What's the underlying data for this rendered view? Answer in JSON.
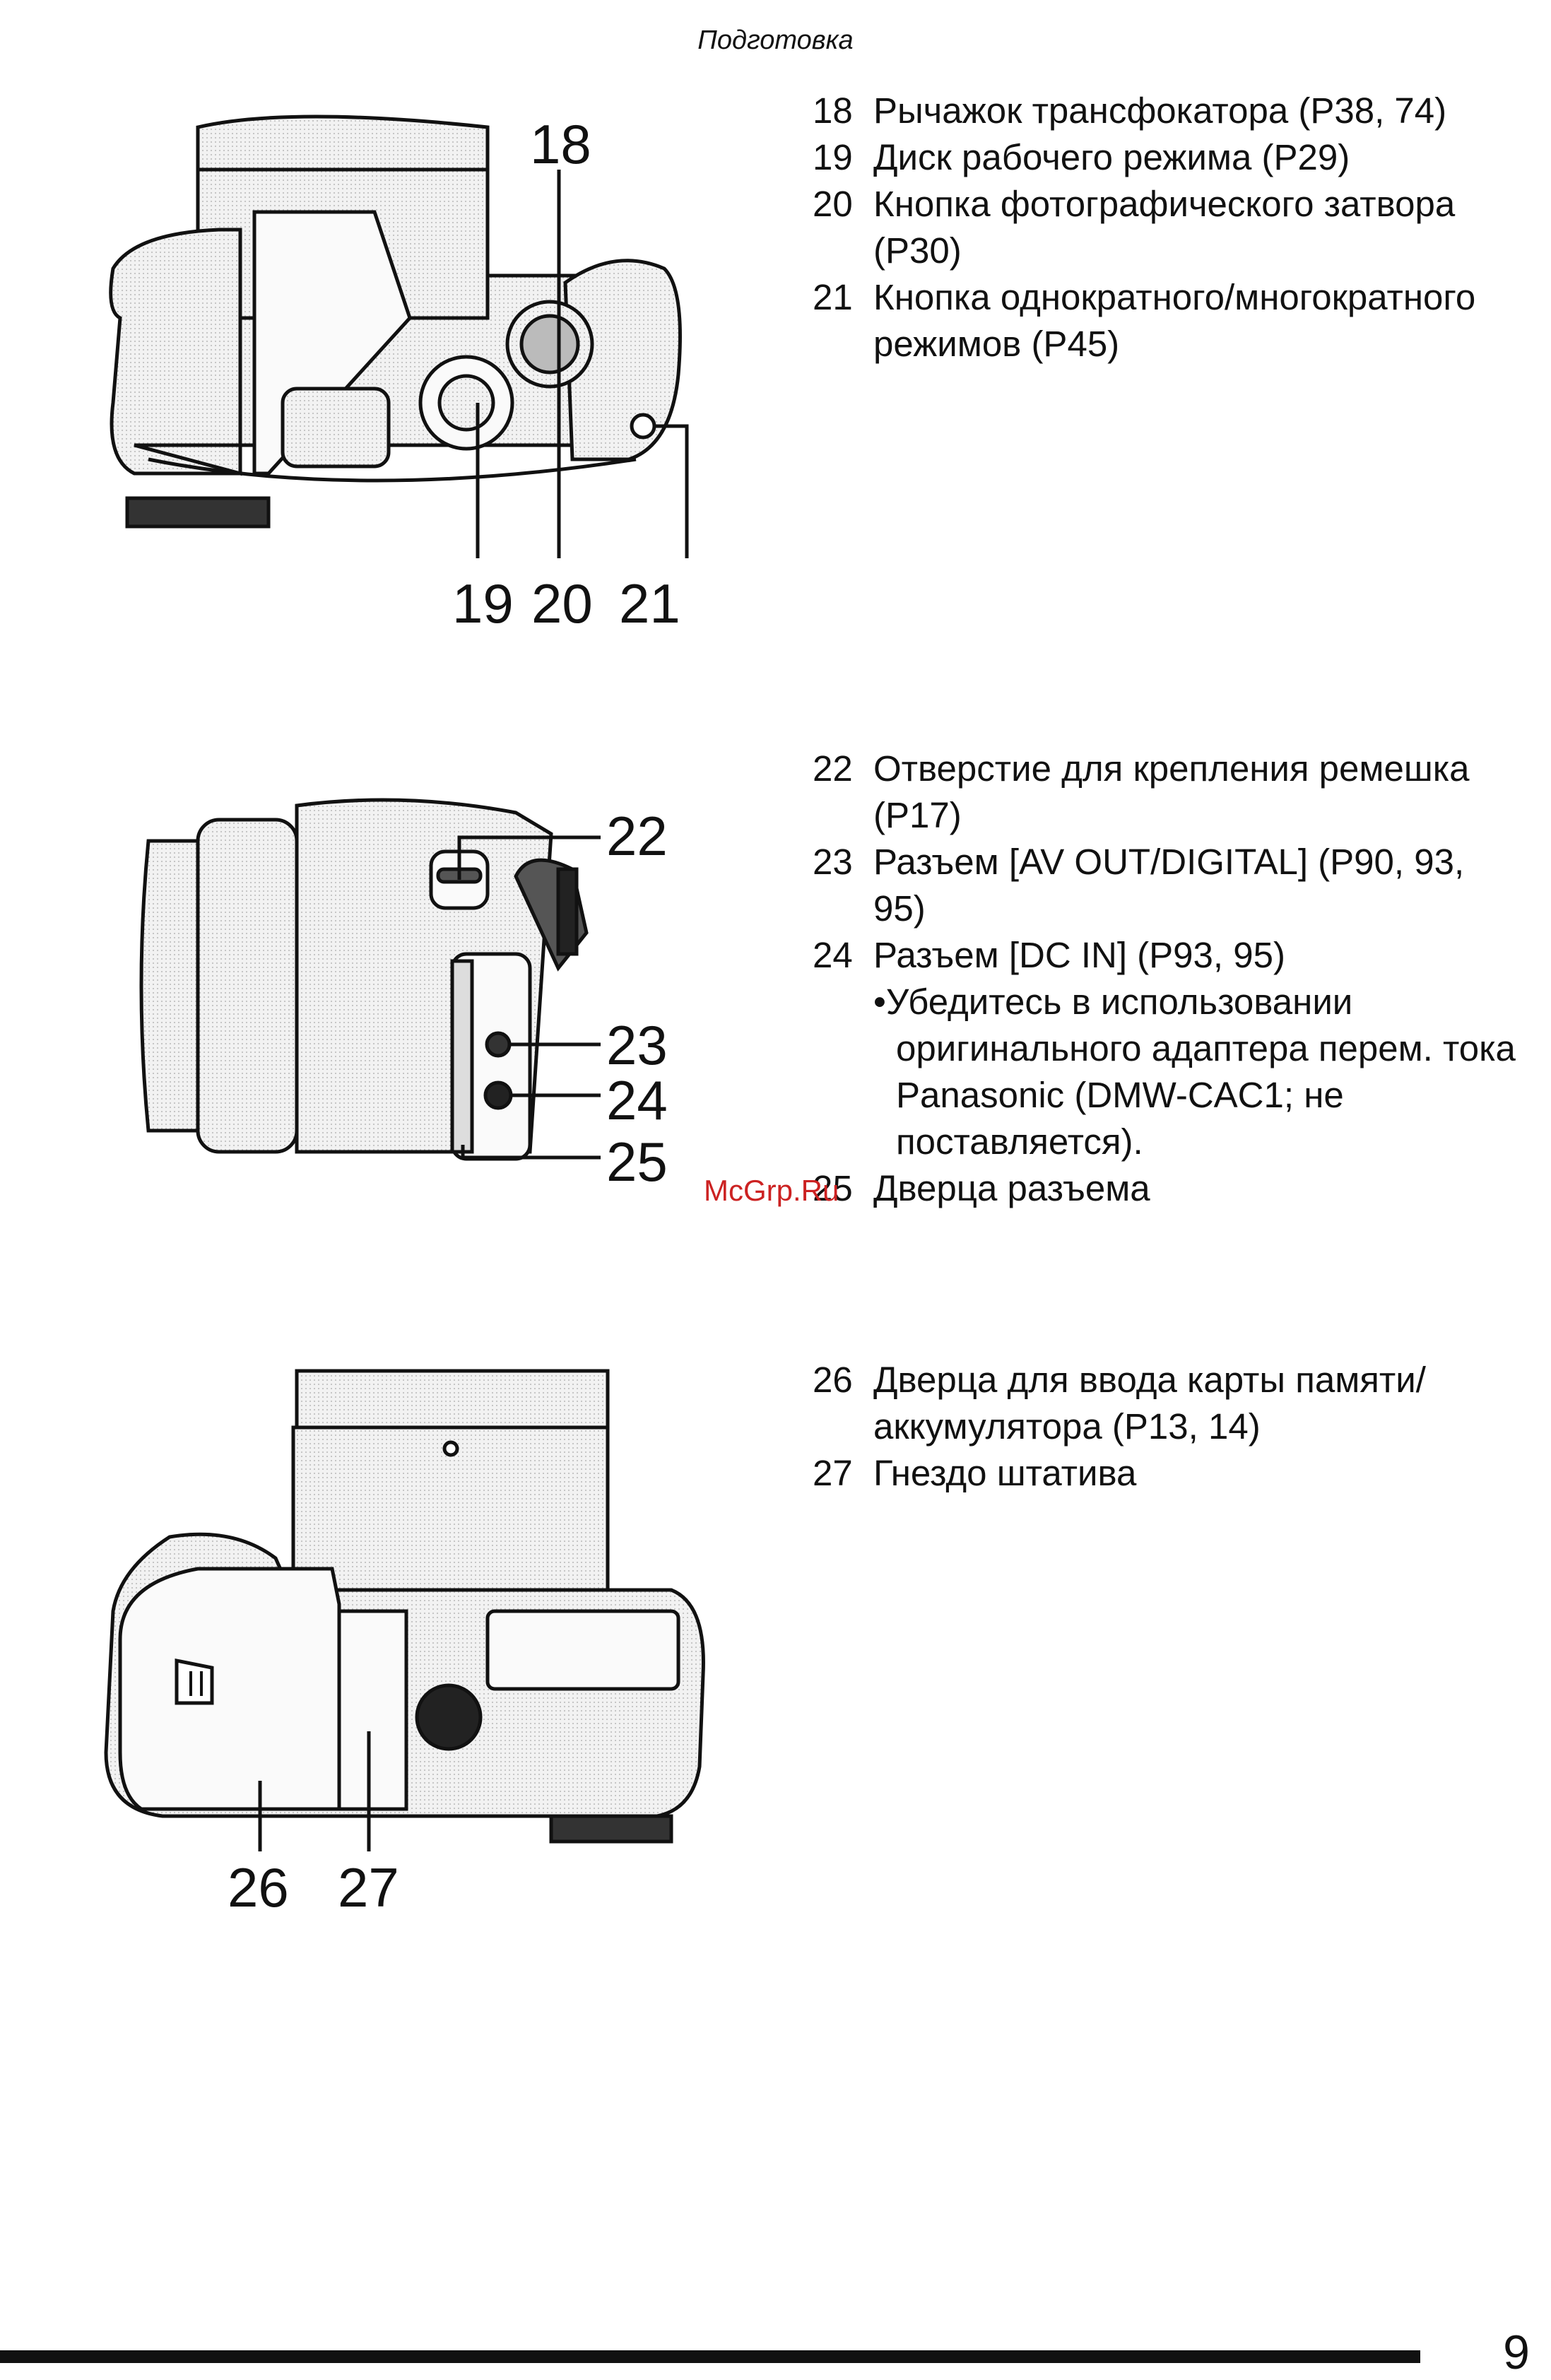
{
  "header": {
    "section_title": "Подготовка"
  },
  "figures": {
    "top": {
      "callouts": [
        "18",
        "19",
        "20",
        "21"
      ]
    },
    "side": {
      "callouts": [
        "22",
        "23",
        "24",
        "25"
      ]
    },
    "bottom": {
      "callouts": [
        "26",
        "27"
      ]
    }
  },
  "groups": [
    {
      "items": [
        {
          "num": "18",
          "text": "Рычажок трансфокатора (P38, 74)"
        },
        {
          "num": "19",
          "text": "Диск рабочего режима (P29)"
        },
        {
          "num": "20",
          "text": "Кнопка фотографического затвора (P30)"
        },
        {
          "num": "21",
          "text": "Кнопка однократного/многократного режимов (P45)"
        }
      ]
    },
    {
      "items": [
        {
          "num": "22",
          "text": "Отверстие для крепления ремешка (P17)"
        },
        {
          "num": "23",
          "text": "Разъем [AV OUT/DIGITAL] (P90, 93, 95)"
        },
        {
          "num": "24",
          "text": "Разъем [DC IN] (P93, 95)",
          "note": "•Убедитесь в использовании оригинального адаптера перем. тока Panasonic (DMW-CAC1; не поставляется)."
        },
        {
          "num": "25",
          "text": "Дверца разъема"
        }
      ]
    },
    {
      "items": [
        {
          "num": "26",
          "text": "Дверца для ввода карты памяти/ аккумулятора (P13, 14)"
        },
        {
          "num": "27",
          "text": "Гнездо штатива"
        }
      ]
    }
  ],
  "watermark": "McGrp.Ru",
  "footer": {
    "page_number": "9"
  }
}
